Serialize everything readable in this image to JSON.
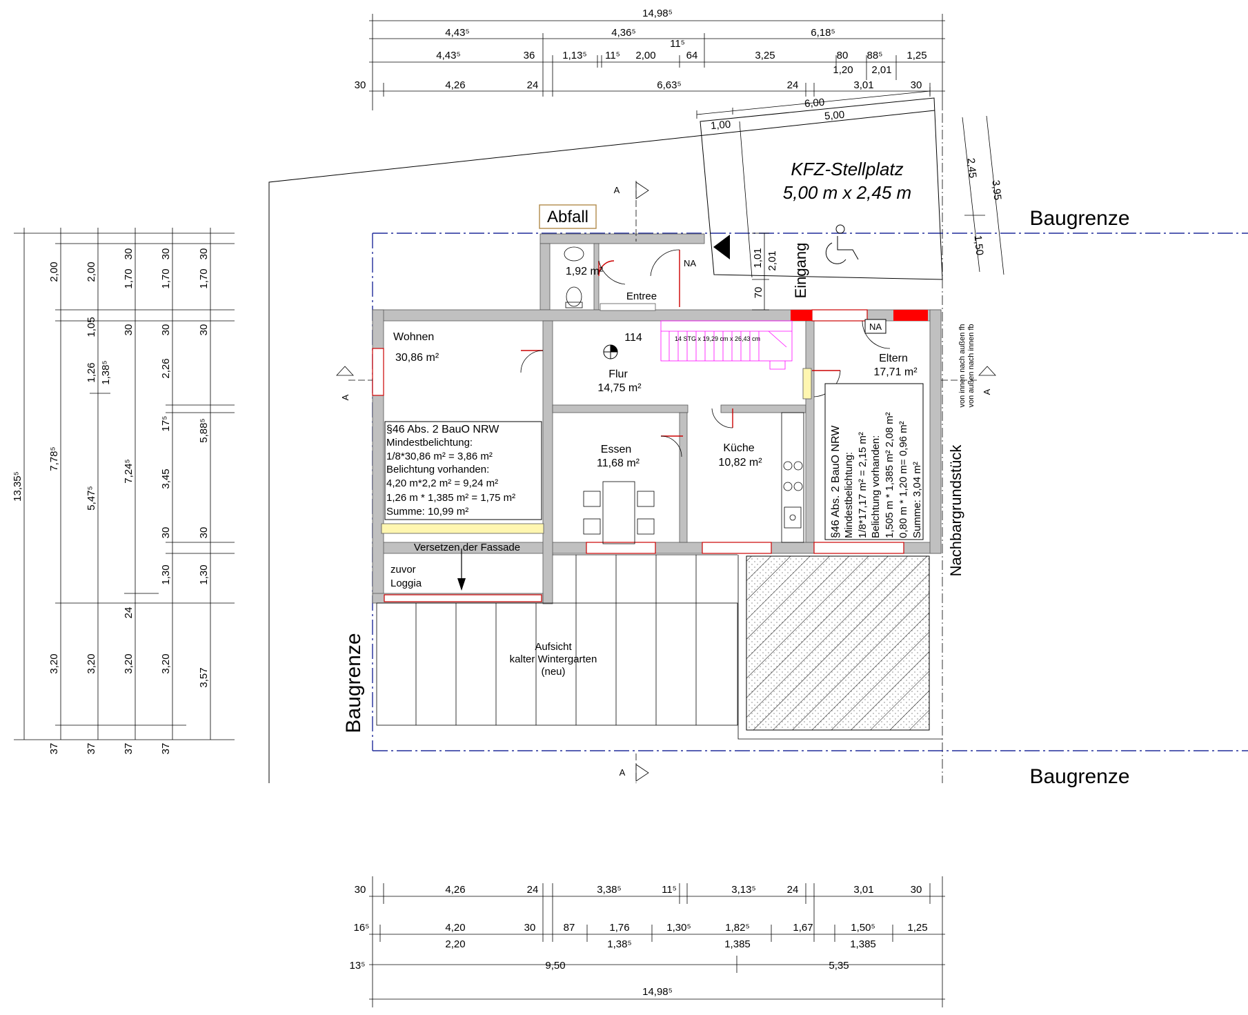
{
  "labels": {
    "carport_title": "KFZ-Stellplatz",
    "carport_size": "5,00 m x 2,45 m",
    "abfall": "Abfall",
    "baugrenze": "Baugrenze",
    "eingang": "Eingang",
    "nachbar": "Nachbargrundstück",
    "na": "NA",
    "section": "A",
    "staircase": "14 STG x 19,29 cm x 26,43 cm",
    "window_note_1": "von innen nach außen fh",
    "window_note_2": "von außen nach innen fb",
    "versetzen": "Versetzen der Fassade",
    "zuvor": "zuvor",
    "loggia": "Loggia",
    "aufsicht_1": "Aufsicht",
    "aufsicht_2": "kalter Wintergarten",
    "aufsicht_3": "(neu)"
  },
  "rooms": {
    "wc": {
      "area": "1,92 m²"
    },
    "entree": {
      "name": "Entree"
    },
    "wohnen": {
      "name": "Wohnen",
      "area": "30,86 m²"
    },
    "flur": {
      "number": "114",
      "name": "Flur",
      "area": "14,75 m²"
    },
    "essen": {
      "name": "Essen",
      "area": "11,68 m²"
    },
    "kueche": {
      "name": "Küche",
      "area": "10,82 m²"
    },
    "eltern": {
      "name": "Eltern",
      "area": "17,71 m²"
    }
  },
  "notes": {
    "wohnen": [
      "§46 Abs. 2 BauO NRW",
      "Mindestbelichtung:",
      "1/8*30,86 m² = 3,86 m²",
      "Belichtung vorhanden:",
      "4,20 m*2,2 m² = 9,24 m²",
      "1,26 m * 1,385 m² = 1,75 m²",
      "Summe: 10,99 m²"
    ],
    "eltern": [
      "§46 Abs. 2 BauO NRW",
      "Mindestbelichtung:",
      "1/8*17,17 m² = 2,15 m²",
      "Belichtung vorhanden:",
      "1,505 m * 1,385 m²  2,08 m²",
      "0,80 m * 1,20 m= 0,96 m²",
      "Summe: 3,04 m²"
    ]
  },
  "dims_top": {
    "total": "14,98⁵",
    "row1": [
      "4,43⁵",
      "4,36⁵",
      "6,18⁵"
    ],
    "row2": [
      "4,43⁵",
      "36",
      "1,13⁵",
      "11⁵",
      "2,00",
      "11⁵",
      "64",
      "3,25",
      "80",
      "88⁵",
      "1,25"
    ],
    "row2_sub": [
      "1,20",
      "2,01"
    ],
    "row3": [
      "30",
      "4,26",
      "24",
      "6,63⁵",
      "24",
      "3,01",
      "30"
    ]
  },
  "dims_carport": [
    "6,00",
    "1,00",
    "5,00",
    "2,45",
    "3,95",
    "1,50",
    "1,01",
    "2,01",
    "70"
  ],
  "dims_left": {
    "col1": [
      "2,00",
      "7,78⁵",
      "3,20",
      "37"
    ],
    "col2": [
      "2,00",
      "1,05",
      "1,26",
      "5,47⁵",
      "3,20",
      "37"
    ],
    "col2b": [
      "1,38⁵"
    ],
    "col3": [
      "1,70",
      "30",
      "30",
      "7,24⁵",
      "24",
      "3,20",
      "37"
    ],
    "col4": [
      "1,70",
      "30",
      "30",
      "2,26",
      "17⁵",
      "3,45",
      "30",
      "1,30",
      "3,20",
      "37"
    ],
    "col5": [
      "1,70",
      "30",
      "30",
      "5,88⁵",
      "30",
      "1,30",
      "3,57"
    ],
    "total": "13,35⁵"
  },
  "dims_bottom": {
    "row1": [
      "30",
      "4,26",
      "24",
      "3,38⁵",
      "11⁵",
      "3,13⁵",
      "24",
      "3,01",
      "30"
    ],
    "row2": [
      "16⁵",
      "4,20",
      "30",
      "87",
      "1,76",
      "1,30⁵",
      "1,82⁵",
      "1,67",
      "1,50⁵",
      "1,25"
    ],
    "row2_sub": [
      "2,20",
      "1,38⁵",
      "1,385",
      "1,385"
    ],
    "row3": [
      "13⁵",
      "9,50",
      "5,35"
    ],
    "total": "14,98⁵"
  }
}
